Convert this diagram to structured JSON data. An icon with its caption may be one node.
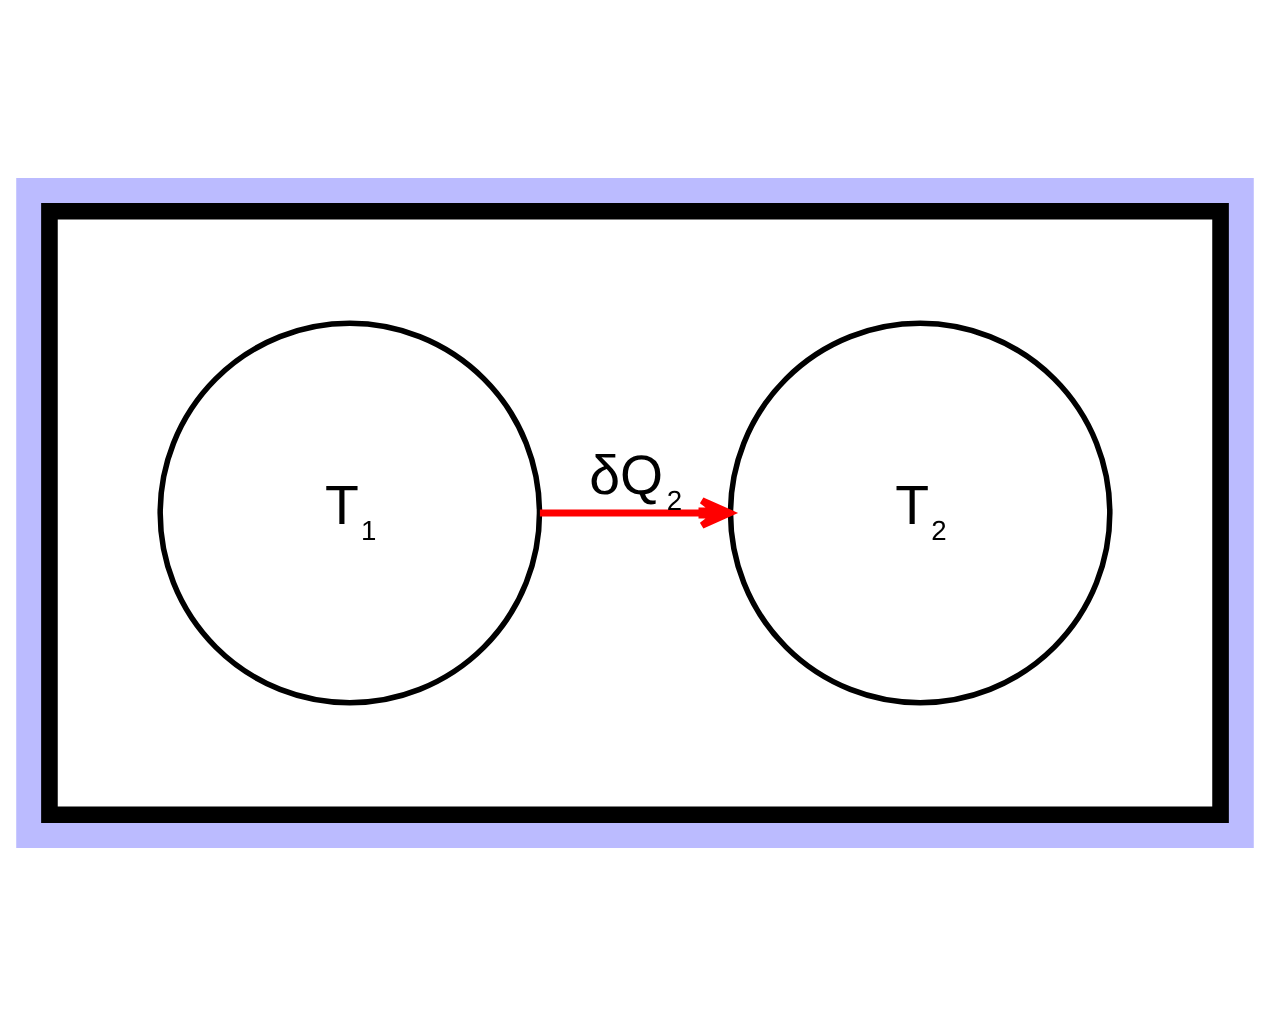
{
  "diagram": {
    "nodes": [
      {
        "text": [],
        "shape": "box"
      },
      {
        "text": [
          "T$_{1}$"
        ],
        "in": 0
      },
      {
        "text": [
          "T$_{2}$"
        ],
        "in": 0
      }
    ],
    "edges": [
      {
        "from": 1,
        "to": 2,
        "arrow": "to",
        "label": "δQ$_{2}$",
        "color": "#ff0000"
      }
    ]
  }
}
